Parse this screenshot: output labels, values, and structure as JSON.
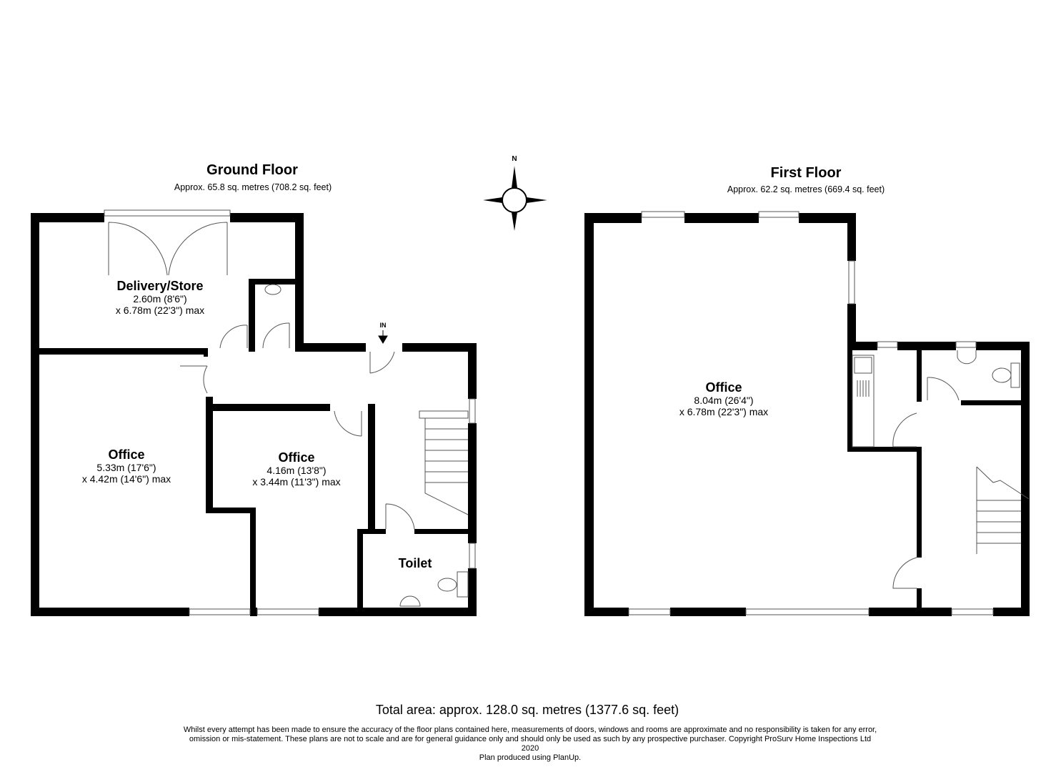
{
  "ground_floor": {
    "title": "Ground Floor",
    "area": "Approx. 65.8 sq. metres (708.2 sq. feet)",
    "entrance_label": "IN",
    "rooms": [
      {
        "name": "Delivery/Store",
        "dim1": "2.60m (8'6\")",
        "dim2": "x 6.78m (22'3\") max"
      },
      {
        "name": "Office",
        "dim1": "5.33m (17'6\")",
        "dim2": "x 4.42m (14'6\") max"
      },
      {
        "name": "Office",
        "dim1": "4.16m (13'8\")",
        "dim2": "x 3.44m (11'3\") max"
      },
      {
        "name": "Toilet"
      }
    ]
  },
  "first_floor": {
    "title": "First Floor",
    "area": "Approx. 62.2 sq. metres (669.4 sq. feet)",
    "rooms": [
      {
        "name": "Office",
        "dim1": "8.04m (26'4\")",
        "dim2": "x 6.78m (22'3\") max"
      }
    ]
  },
  "compass": {
    "label": "N"
  },
  "footer": {
    "total": "Total area: approx. 128.0 sq. metres (1377.6 sq. feet)",
    "disclaimer": "Whilst every attempt has been made to ensure the accuracy of the floor plans contained here, measurements of doors, windows and rooms are approximate and no responsibility is taken for any error, omission or mis-statement. These plans are not to scale and are for general guidance only and should only be used as such by any prospective purchaser. Copyright ProSurv Home Inspections Ltd 2020",
    "credit": "Plan produced using PlanUp."
  },
  "colors": {
    "wall": "#000000",
    "fixture": "#555555"
  }
}
